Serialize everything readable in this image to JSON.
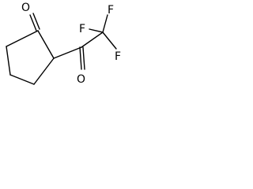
{
  "molecule": {
    "atom_labels": {
      "ketone_ring_oxygen": "O",
      "ketone_side_oxygen": "O",
      "fluorine_top": "F",
      "fluorine_left": "F",
      "fluorine_right": "F"
    },
    "line_color": "#000000",
    "background_color": "#ffffff"
  }
}
